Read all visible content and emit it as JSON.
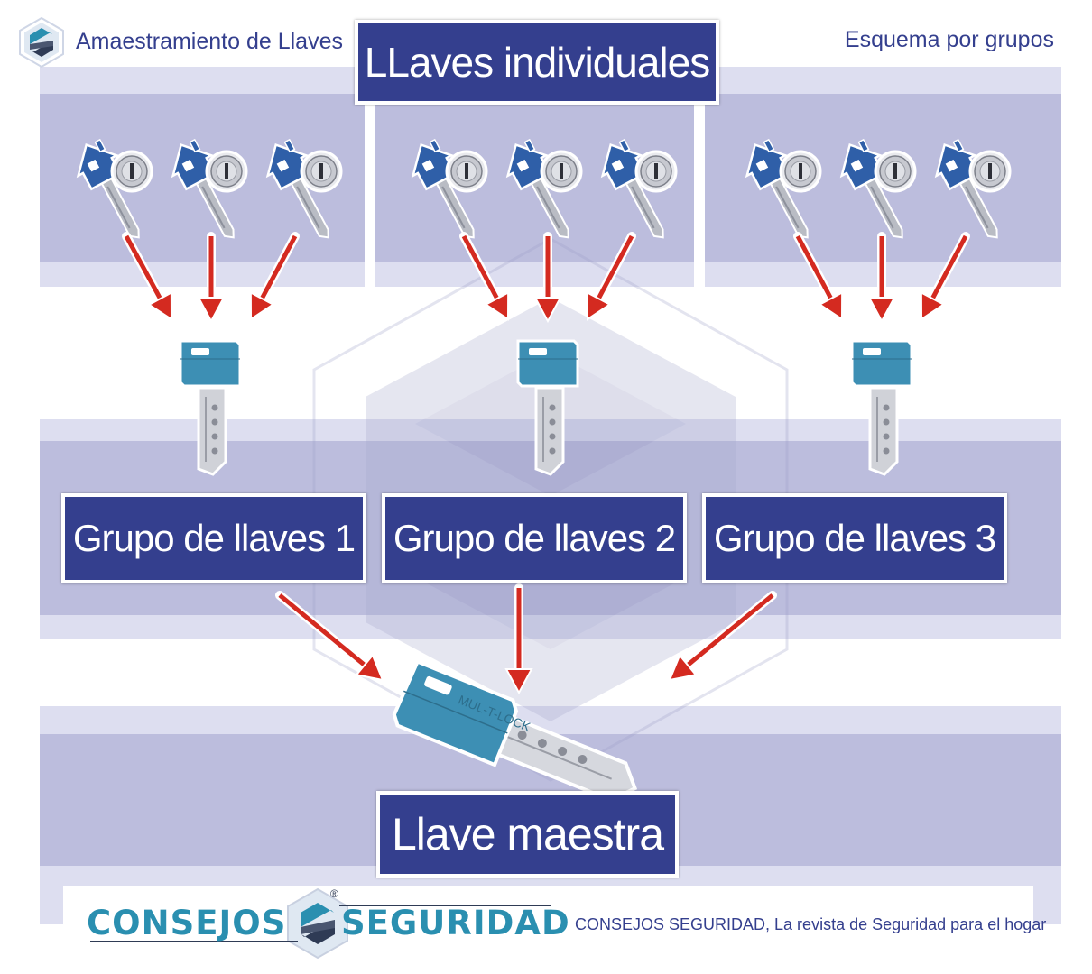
{
  "header": {
    "left_title": "Amaestramiento de Llaves",
    "right_title": "Esquema por grupos",
    "main_title": "LLaves individuales"
  },
  "groups": [
    {
      "label": "Grupo de llaves 1"
    },
    {
      "label": "Grupo de llaves 2"
    },
    {
      "label": "Grupo de llaves 3"
    }
  ],
  "master": {
    "label": "Llave maestra"
  },
  "footer": {
    "brand_left": "CONSEJOS",
    "brand_right": "SEGURIDAD",
    "registered": "®",
    "tagline": "CONSEJOS SEGURIDAD, La revista de Seguridad para el hogar"
  },
  "key_brand_text": "MUL-T-LOCK",
  "colors": {
    "navy": "#343f8e",
    "band": "#bcbddd",
    "band_light": "#dddef0",
    "arrow": "#d42a20",
    "key_blue": "#2f5fa8",
    "teal_key": "#3d8fb4",
    "brand_teal": "#2a8fb0"
  },
  "icons": [
    "logo-hexagon-icon",
    "house-key-icon",
    "lock-cylinder-icon",
    "group-key-icon",
    "master-key-icon",
    "arrow-icon"
  ]
}
